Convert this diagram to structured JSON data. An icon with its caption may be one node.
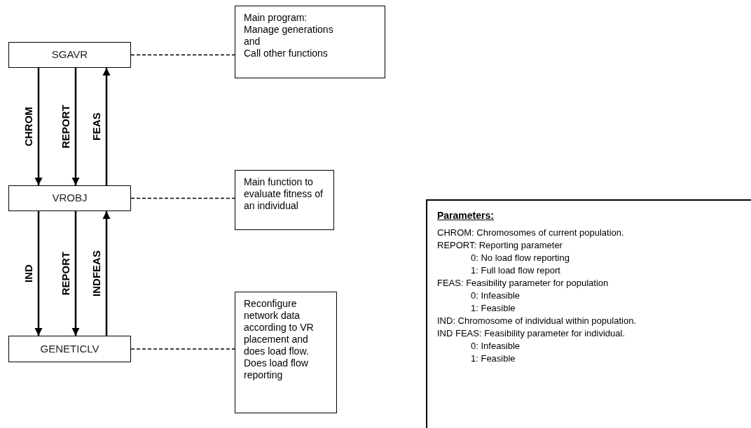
{
  "diagram": {
    "nodes": [
      {
        "text": [
          "SGAVR"
        ]
      },
      {
        "text": [
          "VROBJ"
        ]
      },
      {
        "text": [
          "GENETICLV"
        ]
      },
      {
        "text": [
          "Main program:",
          "Manage generations",
          "and",
          "Call other functions"
        ]
      },
      {
        "text": [
          "Main function to evaluate fitness of an individual"
        ]
      },
      {
        "text": [
          "Reconfigure network data according to VR placement and does load flow.",
          "Does load flow reporting"
        ]
      },
      {
        "text": [
          "Parameters:",
          "CHROM: Chromosomes of current population.",
          "REPORT: Reporting parameter",
          "0: No load flow reporting",
          "1: Full load flow report",
          "FEAS: Feasibility parameter for population",
          "0: Infeasible",
          "1: Feasible",
          "IND: Chromosome of individual within population.",
          "IND FEAS: Feasibility parameter for individual.",
          "0: Infeasible",
          "1: Feasible"
        ]
      }
    ],
    "edges": [
      {
        "from": 0,
        "to": 1,
        "arrow": "to",
        "label": "CHROM"
      },
      {
        "from": 0,
        "to": 1,
        "arrow": "to",
        "label": "REPORT"
      },
      {
        "from": 1,
        "to": 0,
        "arrow": "to",
        "label": "FEAS"
      },
      {
        "from": 1,
        "to": 2,
        "arrow": "to",
        "label": "IND"
      },
      {
        "from": 1,
        "to": 2,
        "arrow": "to",
        "label": "REPORT"
      },
      {
        "from": 2,
        "to": 1,
        "arrow": "to",
        "label": "INDFEAS"
      },
      {
        "from": 0,
        "to": 3,
        "arrow": "none",
        "style": "dashed"
      },
      {
        "from": 1,
        "to": 4,
        "arrow": "none",
        "style": "dashed"
      },
      {
        "from": 2,
        "to": 5,
        "arrow": "none",
        "style": "dashed"
      }
    ]
  }
}
